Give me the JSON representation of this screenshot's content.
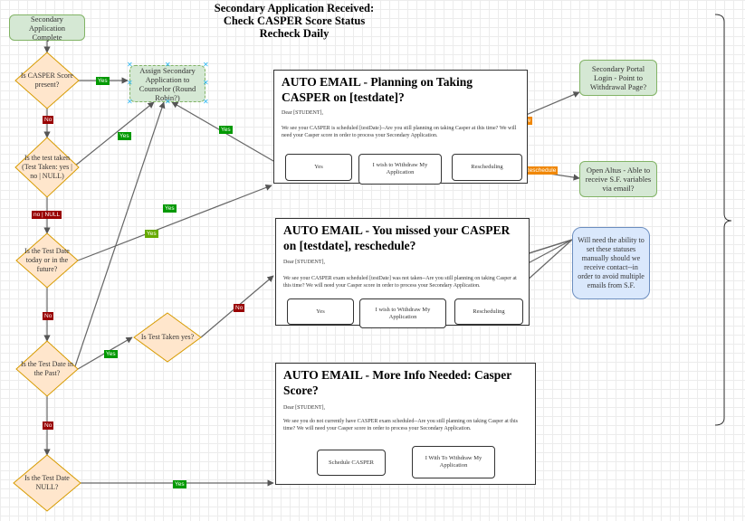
{
  "title": {
    "line1": "Secondary Application Received:",
    "line2": "Check CASPER Score Status",
    "line3": "Recheck Daily"
  },
  "nodes": {
    "start": "Secondary Application Complete",
    "d1": "Is CASPER Score present?",
    "d2": "Is the test taken (Test Taken: yes | no | NULL)",
    "d3": "Is the Test Date today or in the future?",
    "d4": "Is the Test Date in the Past?",
    "d5": "Is Test Taken yes?",
    "d6": "Is the Test Date NULL?",
    "assign": "Assign Secondary Application to Counselor (Round Robin?)",
    "portal": "Secondary Portal Login - Point to Withdrawal Page?",
    "altus": "Open Altus - Able to receive S.F. variables via email?",
    "note": "Will need the ability to set these statuses manually should we receive contact--in order to avoid multiple emails from S.F."
  },
  "emails": {
    "e1": {
      "title": "AUTO EMAIL - Planning on Taking CASPER on [testdate]?",
      "greeting": "Dear [STUDENT],",
      "body": "We see your CASPER is scheduled [testDate]--Are you still planning on taking Casper at this time? We will need your Casper score in order to process your Secondary Application.",
      "btn_yes": "Yes",
      "btn_withdraw": "I wish to Withdraw My Application",
      "btn_resched": "Rescheduling"
    },
    "e2": {
      "title": "AUTO EMAIL - You missed your CASPER on [testdate], reschedule?",
      "greeting": "Dear [STUDENT],",
      "body": "We see your CASPER exam scheduled [testDate] was not taken--Are you still planning on taking Casper at this time? We will need your Casper score in order to process your Secondary Application.",
      "btn_yes": "Yes",
      "btn_withdraw": "I wish to Withdraw My Application",
      "btn_resched": "Rescheduling"
    },
    "e3": {
      "title": "AUTO EMAIL - More Info Needed: Casper Score?",
      "greeting": "Dear [STUDENT],",
      "body": "We see you do not currently have CASPER exam scheduled--Are you still planning on taking Casper at this time? We will need your Casper score in order to process your Secondary Application.",
      "btn_schedule": "Schedule CASPER",
      "btn_withdraw": "I With To Withdraw My Application"
    }
  },
  "edge_labels": {
    "yes": "Yes",
    "no": "No",
    "no_null": "no | NULL",
    "withdraw": "Withdraw",
    "reschedule": "Reschedule"
  },
  "colors": {
    "green_fill": "#d5e8d4",
    "green_stroke": "#82b366",
    "diamond_fill": "#ffe6cc",
    "diamond_stroke": "#d79b00",
    "blue_fill": "#dae8fc",
    "blue_stroke": "#6c8ebf",
    "yes_label": "#009900",
    "no_label": "#990000",
    "orange_label": "#f08705"
  }
}
